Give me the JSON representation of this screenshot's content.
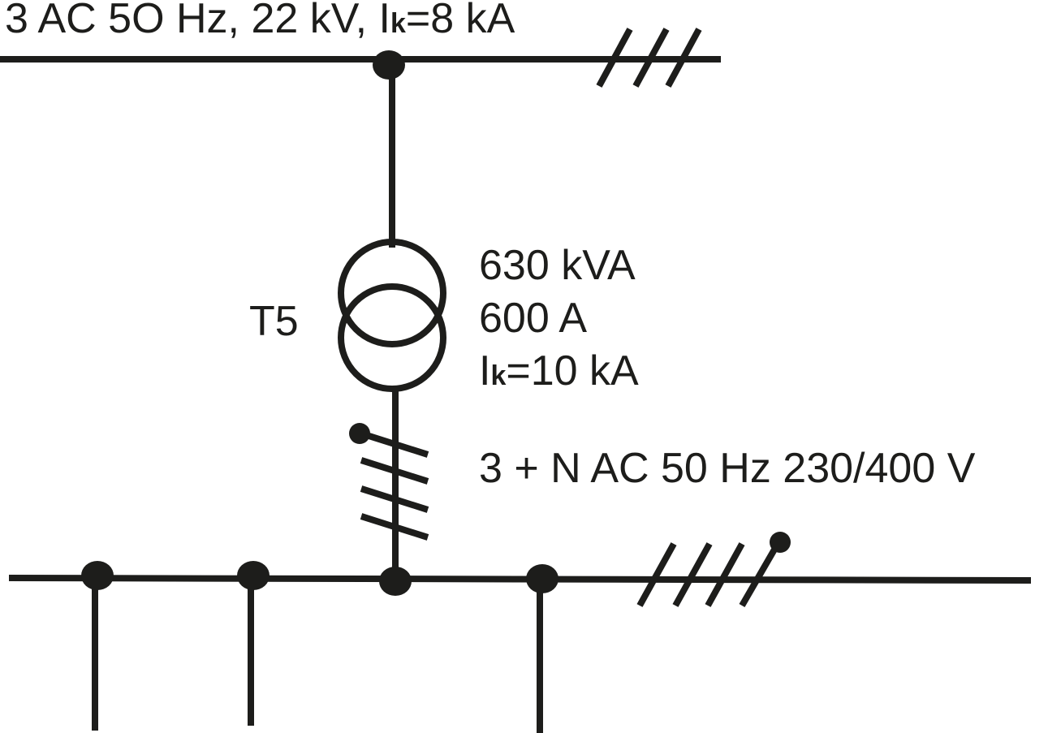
{
  "supply": {
    "prefix": "3 AC 5O Hz, 22 kV, I",
    "sub": "k",
    "suffix": "=8 kA"
  },
  "transformer": {
    "name": "T5",
    "power": "630 kVA",
    "current": "600 A",
    "ik_prefix": "I",
    "ik_sub": "k",
    "ik_suffix": "=10 kA"
  },
  "secondary": {
    "label": "3 + N  AC 50 Hz 230/400 V"
  },
  "colors": {
    "ink": "#1d1d1b",
    "background": "#ffffff"
  }
}
